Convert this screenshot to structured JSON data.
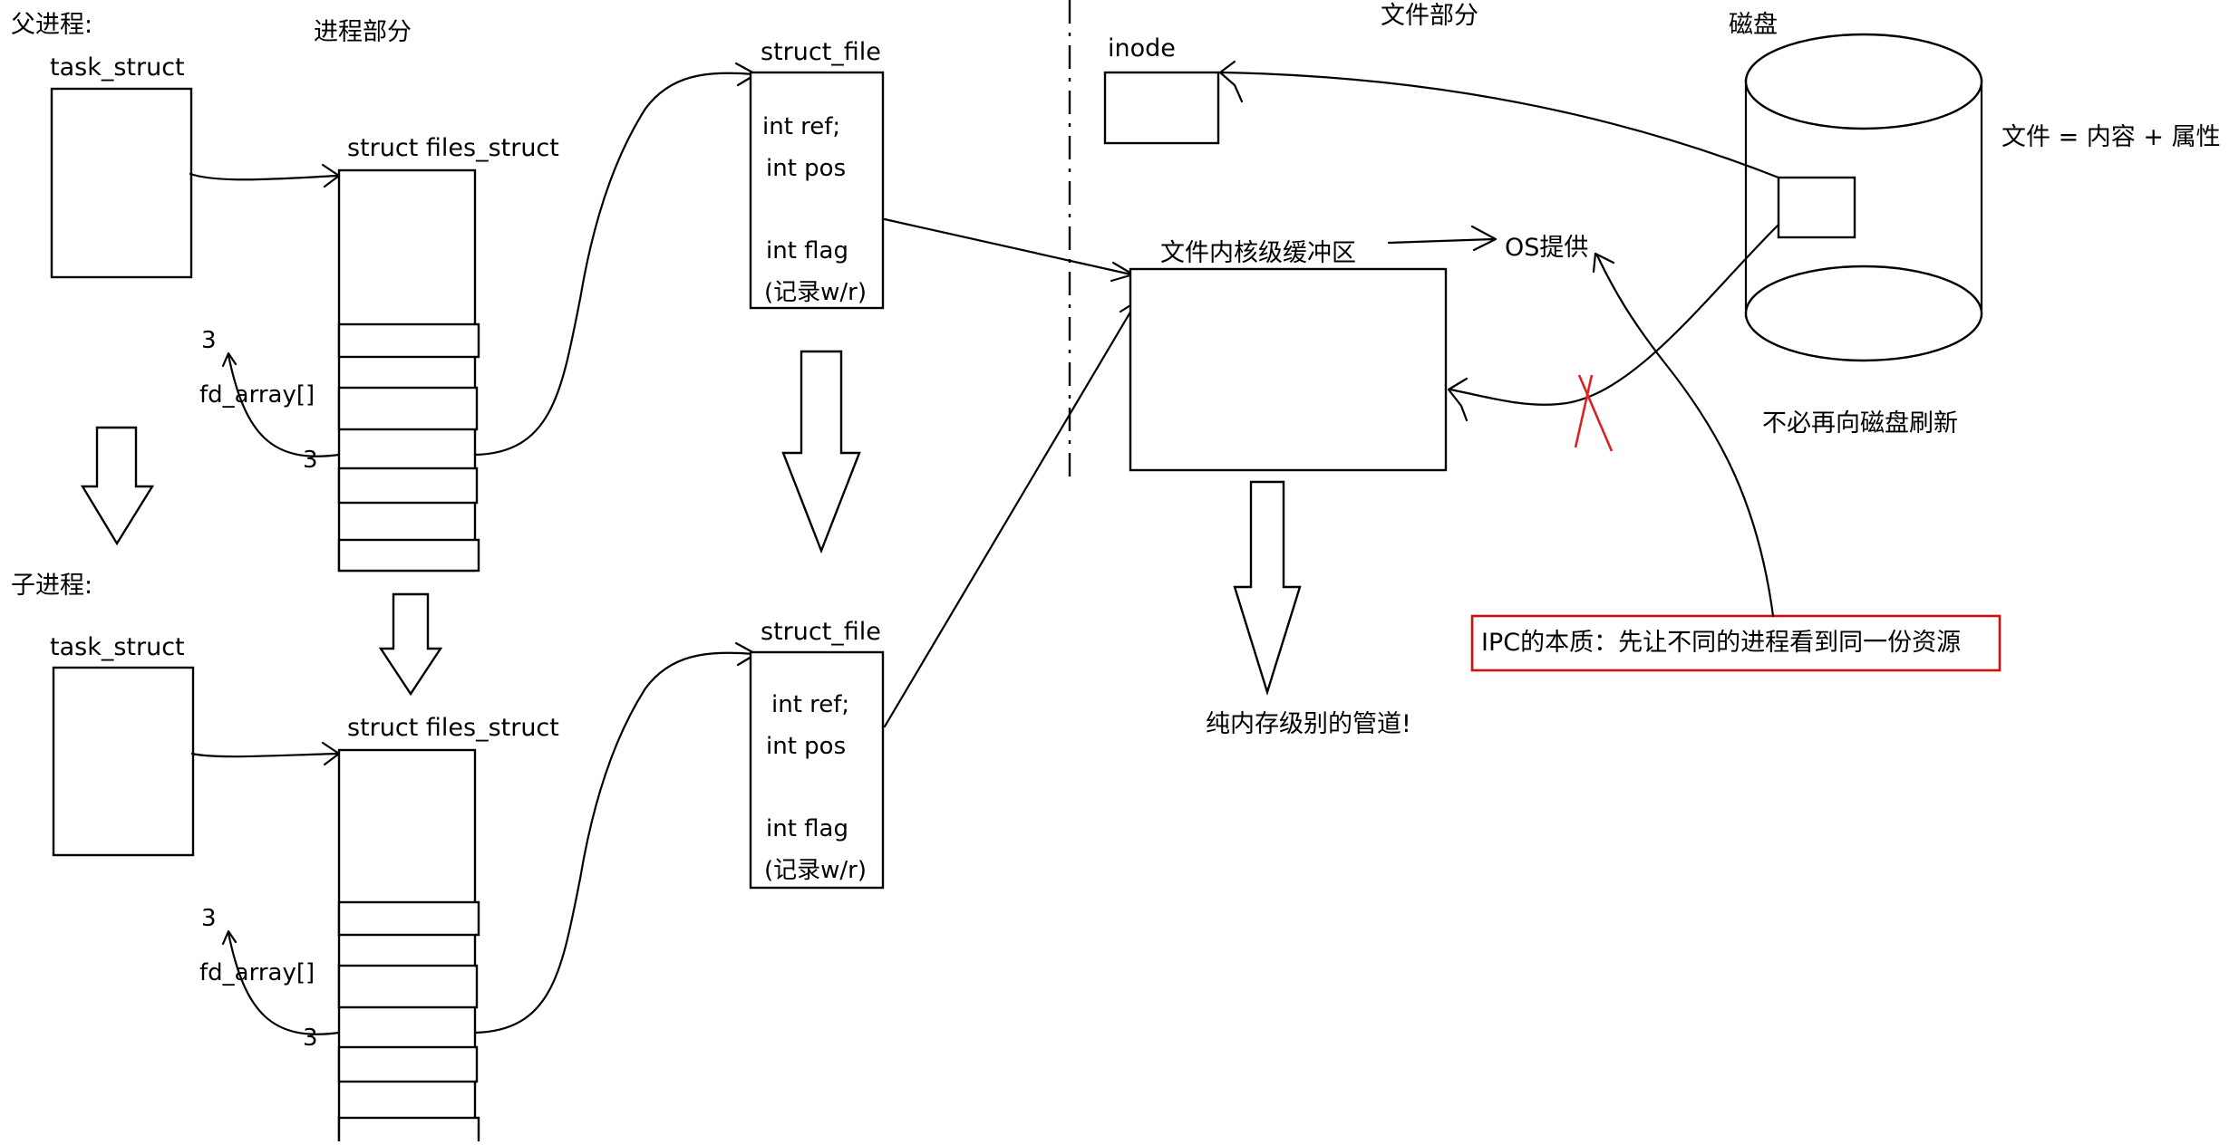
{
  "labels": {
    "parent_process": "父进程:",
    "child_process": "子进程:",
    "process_section": "进程部分",
    "file_section": "文件部分",
    "disk": "磁盘",
    "task_struct_parent": "task_struct",
    "task_struct_child": "task_struct",
    "files_struct_parent": "struct files_struct",
    "files_struct_child": "struct files_struct",
    "struct_file_parent": "struct_file",
    "struct_file_child": "struct_file",
    "inode": "inode",
    "kernel_buffer": "文件内核级缓冲区",
    "os_provides": "OS提供",
    "file_equation": "文件 = 内容 + 属性",
    "no_disk_flush": "不必再向磁盘刷新",
    "pure_memory_pipe": "纯内存级别的管道!",
    "ipc_essence": "IPC的本质：先让不同的进程看到同一份资源"
  },
  "fd_parent": {
    "num_top": "3",
    "array_label": "fd_array[]",
    "num_bottom": "3"
  },
  "fd_child": {
    "num_top": "3",
    "array_label": "fd_array[]",
    "num_bottom": "3"
  },
  "struct_file_fields_parent": [
    "int ref;",
    "int pos",
    "int flag",
    "(记录w/r)"
  ],
  "struct_file_fields_child": [
    "int ref;",
    "int pos",
    "int flag",
    "(记录w/r)"
  ],
  "colors": {
    "ink": "#000000",
    "highlight_border": "#d01010",
    "cross_mark": "#e02020"
  }
}
